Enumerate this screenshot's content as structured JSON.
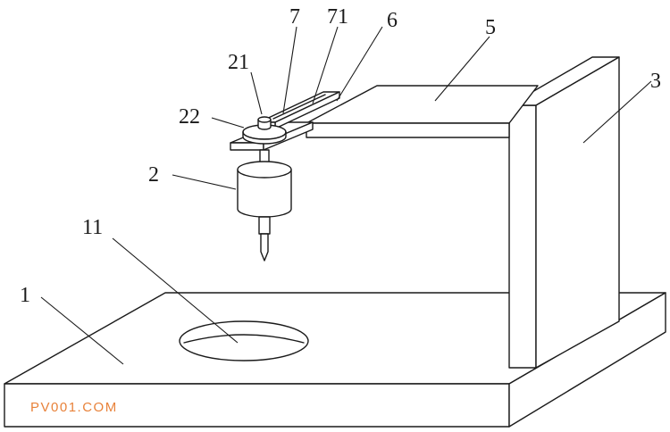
{
  "diagram": {
    "labels": {
      "base": "1",
      "base_hole": "11",
      "drill": "2",
      "gear_shaft": "21",
      "gear": "22",
      "column": "3",
      "plate": "5",
      "arm": "6",
      "slide_bar": "7",
      "slot": "71"
    }
  },
  "watermark": "PV001.COM"
}
